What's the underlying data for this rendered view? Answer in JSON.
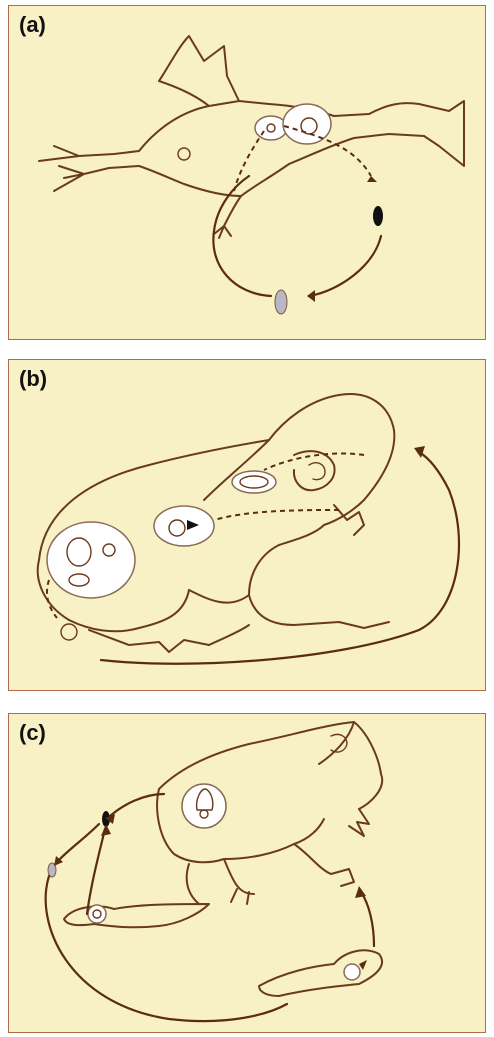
{
  "panels": [
    {
      "label": "(a)"
    },
    {
      "label": "(b)"
    },
    {
      "label": "(c)"
    }
  ],
  "colors": {
    "background": "#f8f1c6",
    "frame": "#b06a4c",
    "line": "#6a3a1e",
    "egg_dark": "#111111",
    "egg_grey": "#b9b7c6"
  }
}
